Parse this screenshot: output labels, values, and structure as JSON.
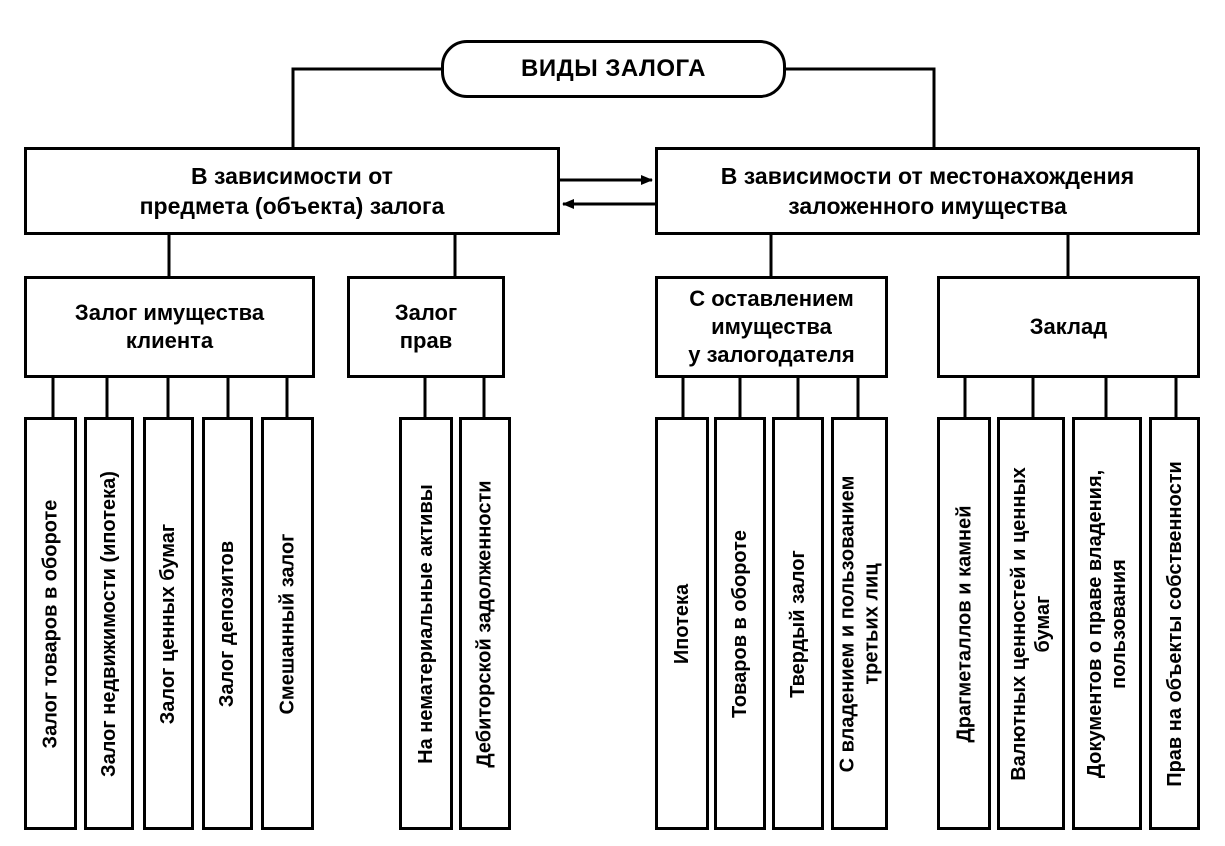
{
  "root": {
    "title": "ВИДЫ ЗАЛОГА"
  },
  "level1": [
    {
      "id": "by-object",
      "text": "В зависимости от\nпредмета (объекта) залога"
    },
    {
      "id": "by-location",
      "text": "В зависимости от местонахождения\nзаложенного имущества"
    }
  ],
  "level2": [
    {
      "id": "client-property",
      "text": "Залог имущества\nклиента"
    },
    {
      "id": "rights",
      "text": "Залог\nправ"
    },
    {
      "id": "left-with-pledgor",
      "text": "С оставлением\nимущества\nу залогодателя"
    },
    {
      "id": "zaklad",
      "text": "Заклад"
    }
  ],
  "leaves": [
    {
      "group": "client-property",
      "text": "Залог товаров в обороте"
    },
    {
      "group": "client-property",
      "text": "Залог недвижимости (ипотека)"
    },
    {
      "group": "client-property",
      "text": "Залог ценных бумаг"
    },
    {
      "group": "client-property",
      "text": "Залог депозитов"
    },
    {
      "group": "client-property",
      "text": "Смешанный залог"
    },
    {
      "group": "rights",
      "text": "На нематериальные активы"
    },
    {
      "group": "rights",
      "text": "Дебиторской задолженности"
    },
    {
      "group": "left-with-pledgor",
      "text": "Ипотека"
    },
    {
      "group": "left-with-pledgor",
      "text": "Товаров в обороте"
    },
    {
      "group": "left-with-pledgor",
      "text": "Твердый залог"
    },
    {
      "group": "left-with-pledgor",
      "text": "С владением и пользованием\nтретьих лиц"
    },
    {
      "group": "zaklad",
      "text": "Драгметаллов и камней"
    },
    {
      "group": "zaklad",
      "text": "Валютных ценностей и ценных\nбумаг"
    },
    {
      "group": "zaklad",
      "text": "Документов о праве владения,\nпользования"
    },
    {
      "group": "zaklad",
      "text": "Прав на объекты собственности"
    }
  ]
}
